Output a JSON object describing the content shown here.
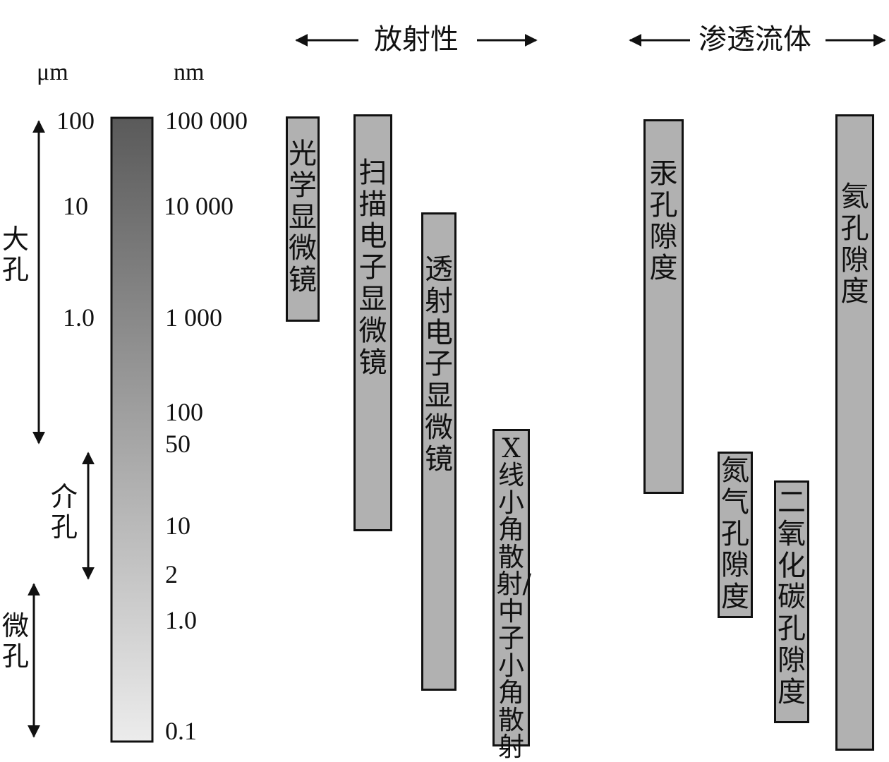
{
  "units": {
    "um": "μm",
    "nm": "nm"
  },
  "scale_ticks": {
    "um": [
      "100",
      "10",
      "1.0"
    ],
    "nm": [
      "100 000",
      "10 000",
      "1 000",
      "100",
      "50",
      "10",
      "2",
      "1.0",
      "0.1"
    ]
  },
  "categories": {
    "macro": "大孔",
    "meso": "介孔",
    "micro": "微孔"
  },
  "groups": {
    "radiation": "放射性",
    "fluid": "渗透流体"
  },
  "methods": [
    {
      "label": "光学显微镜"
    },
    {
      "label": "扫描电子显微镜"
    },
    {
      "label": "透射电子显微镜"
    },
    {
      "label": "X线小角散射/中子小角散射"
    },
    {
      "label": "汞孔隙度"
    },
    {
      "label": "氮气孔隙度"
    },
    {
      "label": "二氧化碳孔隙度"
    },
    {
      "label": "氦孔隙度"
    }
  ],
  "colors": {
    "gradient_top": "#5a5a5a",
    "gradient_bottom": "#ececec",
    "bar_fill": "#b1b1b1"
  }
}
